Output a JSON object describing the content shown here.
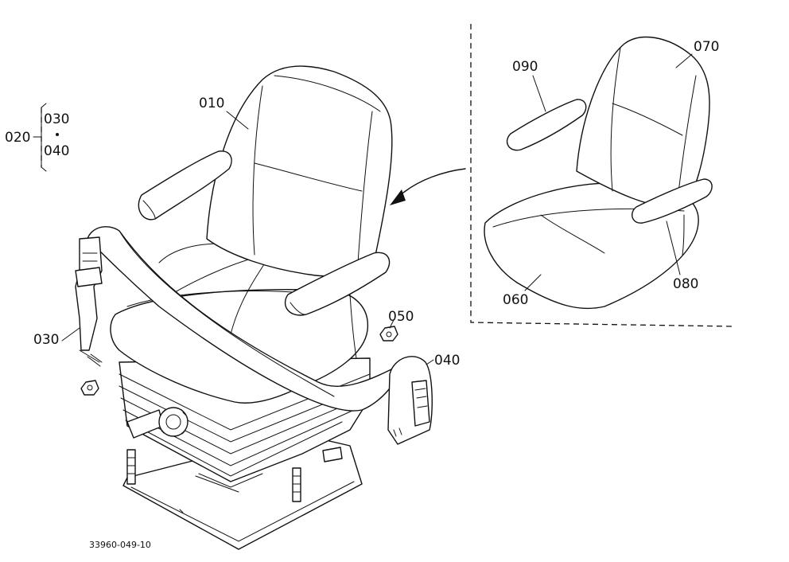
{
  "labels": {
    "p010": "010",
    "p020": "020",
    "p030_bracket": "030",
    "p040_bracket": "040",
    "p030": "030",
    "p040": "040",
    "p050": "050",
    "p060": "060",
    "p070": "070",
    "p080": "080",
    "p090": "090"
  },
  "drawing_code": "33960-049-10"
}
